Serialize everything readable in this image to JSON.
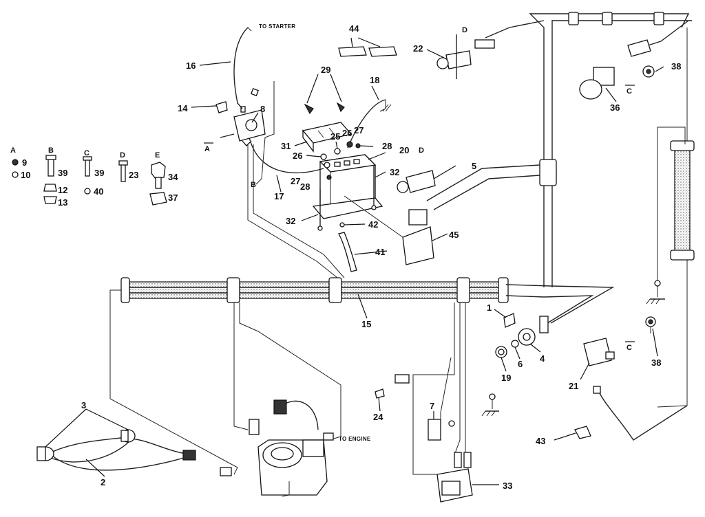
{
  "callouts": {
    "c1": "1",
    "c2": "2",
    "c3": "3",
    "c4": "4",
    "c5": "5",
    "c6": "6",
    "c7": "7",
    "c8": "8",
    "c9": "9",
    "c10": "10",
    "c12": "12",
    "c13": "13",
    "c14": "14",
    "c15": "15",
    "c16": "16",
    "c17": "17",
    "c18": "18",
    "c19": "19",
    "c20": "20",
    "c21": "21",
    "c22": "22",
    "c23": "23",
    "c24": "24",
    "c25": "25",
    "c26a": "26",
    "c26b": "26",
    "c27a": "27",
    "c27b": "27",
    "c28a": "28",
    "c28b": "28",
    "c29": "29",
    "c31": "31",
    "c32a": "32",
    "c32b": "32",
    "c33": "33",
    "c34": "34",
    "c36": "36",
    "c37": "37",
    "c38a": "38",
    "c38b": "38",
    "c39a": "39",
    "c39b": "39",
    "c40": "40",
    "c41": "41",
    "c42": "42",
    "c43": "43",
    "c44": "44",
    "c45": "45"
  },
  "letters": {
    "groupA": "A",
    "groupB": "B",
    "groupC": "C",
    "groupD": "D",
    "groupE": "E",
    "connA": "A",
    "connB": "B",
    "connC1": "C",
    "connC2": "C",
    "connD1": "D",
    "connD2": "D"
  },
  "notes": {
    "to_starter": "TO STARTER",
    "to_engine": "TO ENGINE"
  }
}
